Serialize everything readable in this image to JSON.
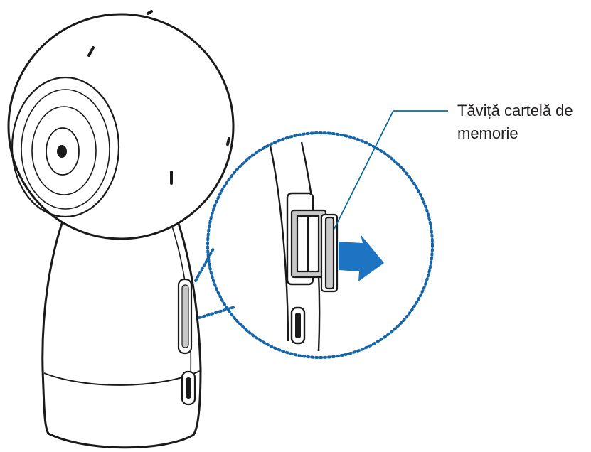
{
  "callout": {
    "line1": "Tăviță cartelă de",
    "line2": "memorie"
  },
  "colors": {
    "outline": "#1a1a1a",
    "callout_line": "#0a6aa1",
    "dotted_circle": "#1565a8",
    "arrow": "#1d74c2",
    "slot_fill": "#c8c8c8"
  },
  "icons": {
    "camera": "camera-360-device",
    "arrow": "pull-out-arrow-icon"
  }
}
